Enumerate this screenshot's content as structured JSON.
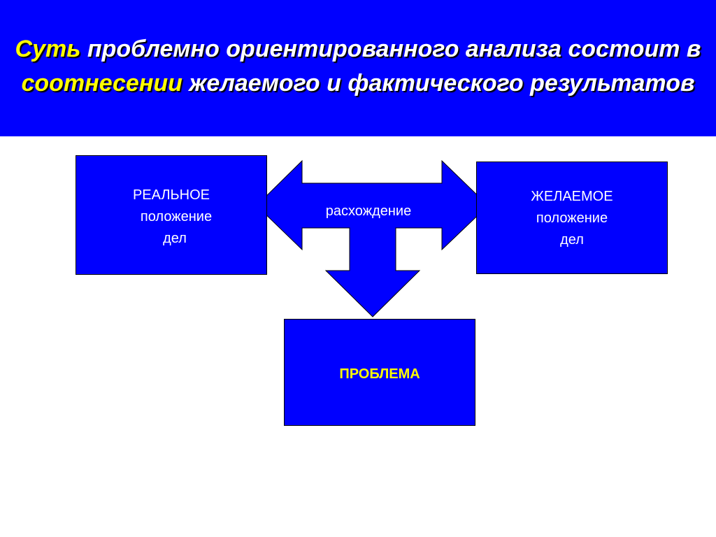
{
  "title": {
    "part1": "Суть",
    "part2": " проблемно ориентированного анализа состоит в ",
    "part3": "соотнесении",
    "part4": " желаемого и фактического результатов"
  },
  "boxes": {
    "real": {
      "line1": "РЕАЛЬНОЕ",
      "line2": "положение",
      "line3": "дел"
    },
    "desired": {
      "line1": "ЖЕЛАЕМОЕ",
      "line2": "положение",
      "line3": "дел"
    },
    "problem": {
      "label": "ПРОБЛЕМА"
    }
  },
  "arrow": {
    "label": "расхождение"
  },
  "colors": {
    "band": "#0000FF",
    "box_fill": "#0000FF",
    "highlight": "#FFFF00",
    "text": "#FFFFFF",
    "background": "#FFFFFF"
  }
}
